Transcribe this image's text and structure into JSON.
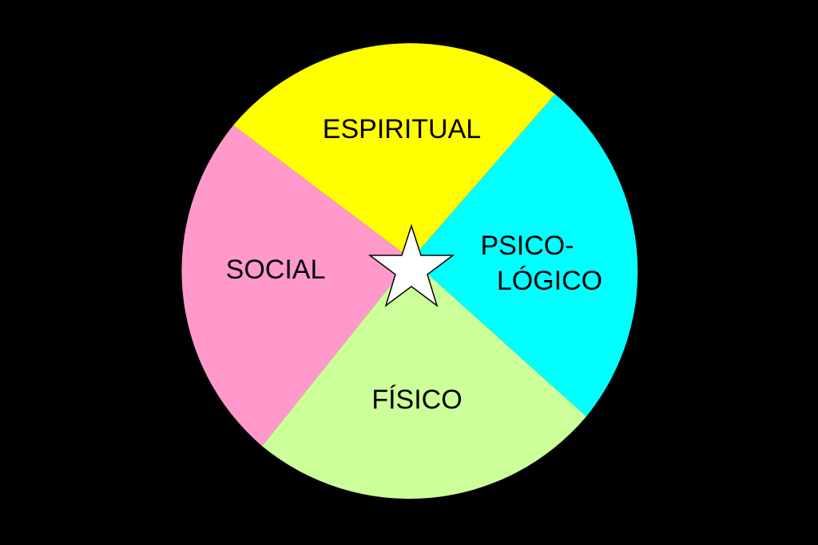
{
  "diagram": {
    "background": "#000000",
    "segments": [
      {
        "id": "espiritual",
        "label_lines": [
          "ESPIRITUAL"
        ],
        "color": "#FFFF00"
      },
      {
        "id": "psicologico",
        "label_lines": [
          "PSICO-",
          "LÓGICO"
        ],
        "color": "#00FFFF"
      },
      {
        "id": "fisico",
        "label_lines": [
          "FÍSICO"
        ],
        "color": "#CCFF99"
      },
      {
        "id": "social",
        "label_lines": [
          "SOCIAL"
        ],
        "color": "#FF99CC"
      }
    ],
    "center_mark": {
      "icon": "star-icon",
      "color": "#FFFFFF",
      "outline": "#000000"
    }
  }
}
